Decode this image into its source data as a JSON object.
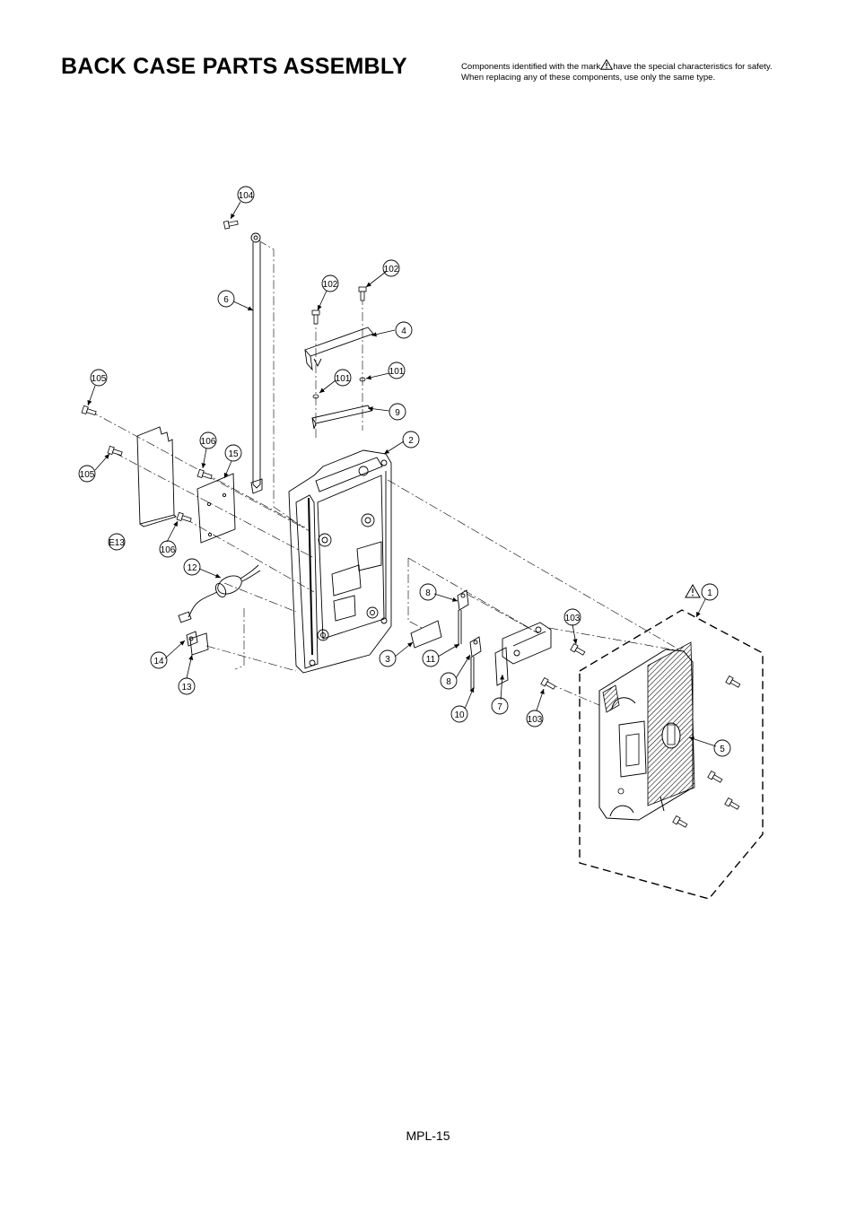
{
  "header": {
    "title": "BACK CASE PARTS ASSEMBLY",
    "note_line1_before": "Components identified with the mark",
    "note_line1_after": "have the special characteristics for safety.",
    "note_line2": "When replacing any of these components, use only the same type."
  },
  "callouts": {
    "c104": "104",
    "c6": "6",
    "c102a": "102",
    "c102b": "102",
    "c4": "4",
    "c101a": "101",
    "c101b": "101",
    "c9": "9",
    "c2": "2",
    "c105a": "105",
    "c105b": "105",
    "c106a": "106",
    "c106b": "106",
    "c15": "15",
    "e13": "E13",
    "c12": "12",
    "c14": "14",
    "c13": "13",
    "c8a": "8",
    "c8b": "8",
    "c3": "3",
    "c11": "11",
    "c10": "10",
    "c7": "7",
    "c103a": "103",
    "c103b": "103",
    "c1": "1",
    "c5": "5"
  },
  "icons": {
    "safety_mark": "warning-triangle-icon"
  },
  "footer": {
    "page_number": "MPL-15"
  }
}
